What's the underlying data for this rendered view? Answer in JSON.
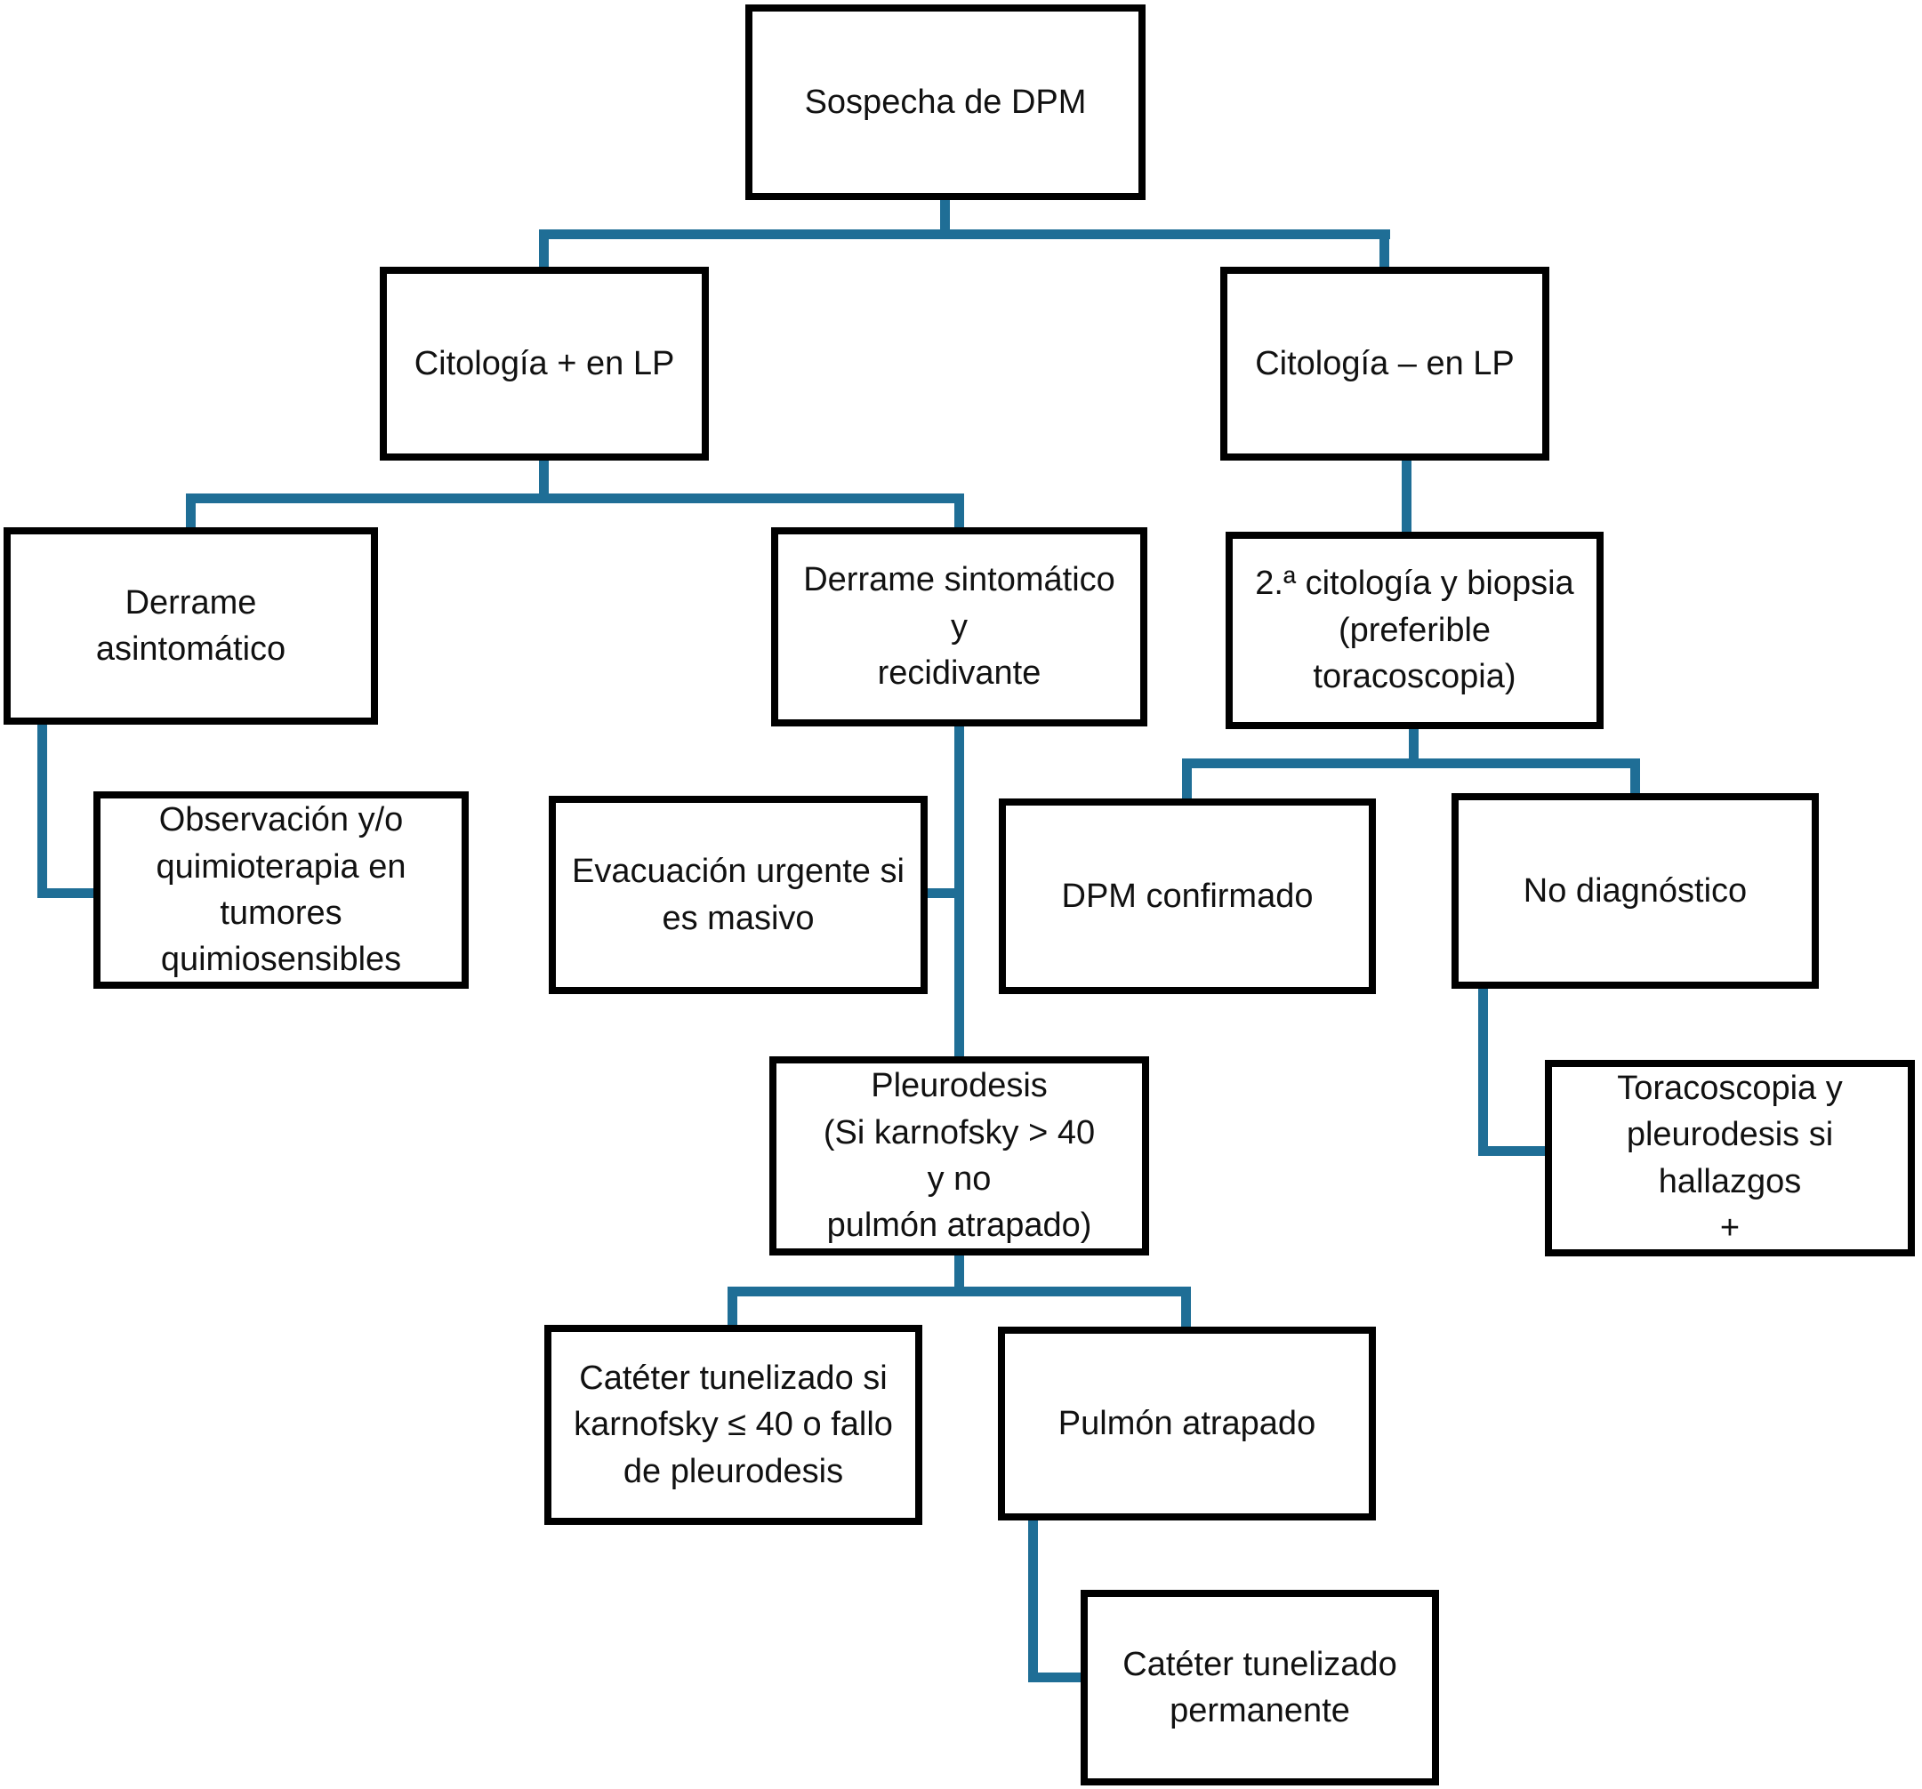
{
  "diagram": {
    "type": "flowchart",
    "language": "es",
    "root_label": "Sospecha de DPM"
  },
  "colors": {
    "connector": "#1f6e96",
    "box_border": "#000000",
    "box_fill": "#ffffff",
    "text": "#111111",
    "background": "#ffffff"
  },
  "nodes": [
    {
      "id": "sospecha-dpm",
      "label": "Sospecha de DPM"
    },
    {
      "id": "citologia-positiva",
      "label": "Citología + en LP"
    },
    {
      "id": "citologia-negativa",
      "label": "Citología – en LP"
    },
    {
      "id": "derrame-asintomatico",
      "label": "Derrame\nasintomático"
    },
    {
      "id": "derrame-sintomatico",
      "label": "Derrame sintomático\ny\nrecidivante"
    },
    {
      "id": "segunda-citologia",
      "label": "2.ª citología y biopsia\n(preferible\ntoracoscopia)"
    },
    {
      "id": "observacion-quimioterapia",
      "label": "Observación y/o\nquimioterapia en\ntumores\nquimiosensibles"
    },
    {
      "id": "evacuacion-urgente",
      "label": "Evacuación urgente si\nes masivo"
    },
    {
      "id": "dpm-confirmado",
      "label": "DPM confirmado"
    },
    {
      "id": "no-diagnostico",
      "label": "No diagnóstico"
    },
    {
      "id": "pleurodesis",
      "label": "Pleurodesis\n(Si karnofsky > 40\ny no\npulmón atrapado)"
    },
    {
      "id": "toracoscopia-pleurodesis",
      "label": "Toracoscopia y\npleurodesis si\nhallazgos\n+"
    },
    {
      "id": "cateter-tunelizado-fallo",
      "label": "Catéter tunelizado si\nkarnofsky ≤ 40 o fallo\nde pleurodesis"
    },
    {
      "id": "pulmon-atrapado",
      "label": "Pulmón atrapado"
    },
    {
      "id": "cateter-permanente",
      "label": "Catéter tunelizado\npermanente"
    }
  ]
}
